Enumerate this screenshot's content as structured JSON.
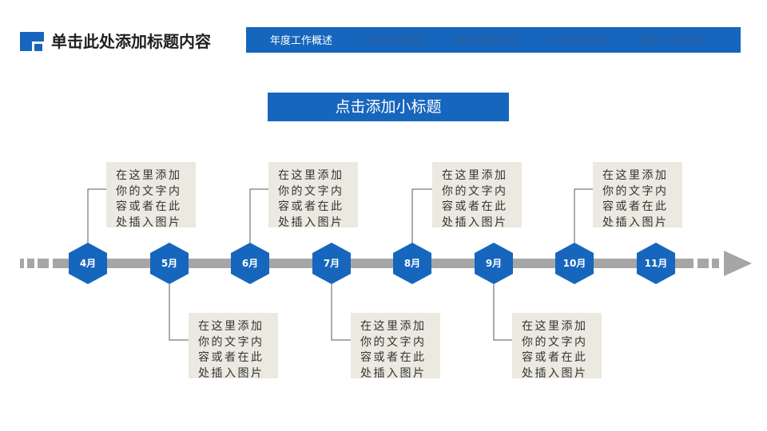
{
  "header": {
    "title": "单击此处添加标题内容",
    "nav": [
      {
        "label": "年度工作概述",
        "active": true
      },
      {
        "label": "工作完成情况",
        "active": false
      },
      {
        "label": "成功项目展示",
        "active": false
      },
      {
        "label": "工作存在不足",
        "active": false
      },
      {
        "label": "明年工作计划",
        "active": false
      }
    ]
  },
  "subtitle": "点击添加小标题",
  "timeline": {
    "months": [
      "4月",
      "5月",
      "6月",
      "7月",
      "8月",
      "9月",
      "10月",
      "11月"
    ],
    "note_lines": [
      "在这里添加",
      "你的文字内",
      "容或者在此",
      "处插入图片"
    ]
  },
  "colors": {
    "accent": "#1766bd",
    "note_bg": "#ebe9e0",
    "line": "#a6a6a6"
  }
}
